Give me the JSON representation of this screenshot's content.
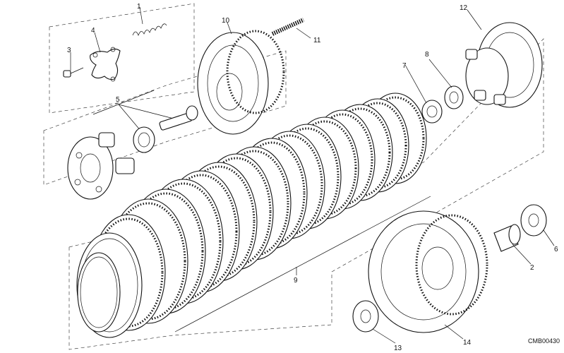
{
  "diagram": {
    "drawing_code": "CMB00430",
    "callouts": [
      {
        "id": "c1",
        "text": "1"
      },
      {
        "id": "c2",
        "text": "2"
      },
      {
        "id": "c3",
        "text": "3"
      },
      {
        "id": "c4",
        "text": "4"
      },
      {
        "id": "c5",
        "text": "5"
      },
      {
        "id": "c6",
        "text": "6"
      },
      {
        "id": "c7",
        "text": "7"
      },
      {
        "id": "c8",
        "text": "8"
      },
      {
        "id": "c9",
        "text": "9"
      },
      {
        "id": "c10",
        "text": "10"
      },
      {
        "id": "c11",
        "text": "11"
      },
      {
        "id": "c12",
        "text": "12"
      },
      {
        "id": "c13",
        "text": "13"
      },
      {
        "id": "c14",
        "text": "14"
      }
    ]
  }
}
